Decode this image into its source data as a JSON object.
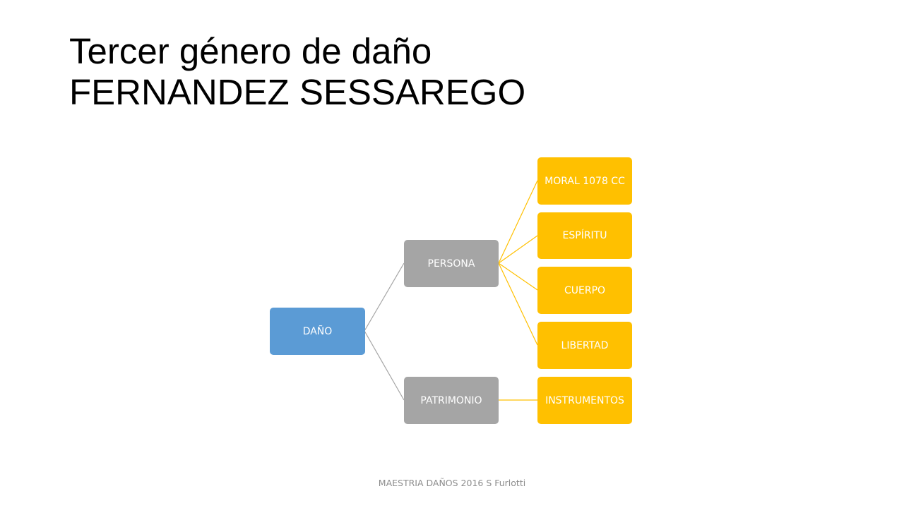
{
  "slide": {
    "title_line1": "Tercer género de daño",
    "title_line2": "FERNANDEZ SESSAREGO",
    "footer": "MAESTRIA DAÑOS 2016 S Furlotti"
  },
  "colors": {
    "root": "#5b9bd5",
    "level1": "#a5a5a5",
    "level2": "#ffc000",
    "line_level1": "#a5a5a5",
    "line_level2": "#ffc000"
  },
  "diagram": {
    "root": {
      "label": "DAÑO",
      "children": [
        {
          "label": "PERSONA",
          "children": [
            {
              "label": "MORAL 1078 CC"
            },
            {
              "label": "ESPÍRITU"
            },
            {
              "label": "CUERPO"
            },
            {
              "label": "LIBERTAD"
            }
          ]
        },
        {
          "label": "PATRIMONIO",
          "children": [
            {
              "label": "INSTRUMENTOS"
            }
          ]
        }
      ]
    }
  }
}
